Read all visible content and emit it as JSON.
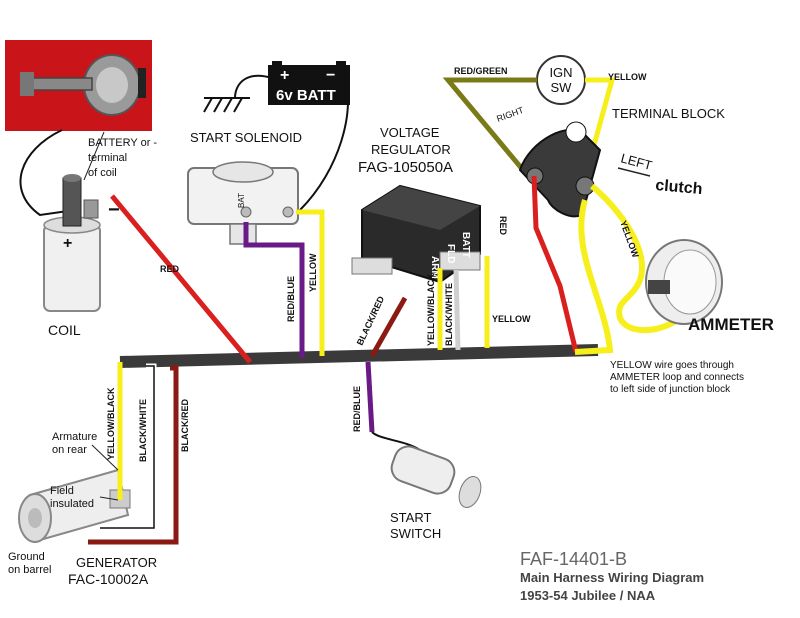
{
  "labels": {
    "battery_terminal": [
      "BATTERY or -",
      "terminal",
      "of coil"
    ],
    "minus_sign": "−",
    "plus_sign": "+",
    "coil": "COIL",
    "start_solenoid": "START SOLENOID",
    "battery": "6v BATT",
    "bat_terminal": "BAT",
    "voltage_regulator": [
      "VOLTAGE",
      "REGULATOR",
      "FAG-105050A"
    ],
    "reg_terminals": [
      "BATT",
      "FLD",
      "ARM"
    ],
    "ign_sw": [
      "IGN",
      "SW"
    ],
    "terminal_block": "TERMINAL BLOCK",
    "right": "RIGHT",
    "left": "LEFT",
    "clutch": "clutch",
    "ammeter": "AMMETER",
    "ammeter_note": [
      "YELLOW wire goes through",
      "AMMETER loop and connects",
      "to left side of junction block"
    ],
    "armature": [
      "Armature",
      "on rear"
    ],
    "field": [
      "Field",
      "insulated"
    ],
    "ground": [
      "Ground",
      "on barrel"
    ],
    "generator": [
      "GENERATOR",
      "FAC-10002A"
    ],
    "start_switch": [
      "START",
      "SWITCH"
    ],
    "part_number": "FAF-14401-B",
    "diagram_title": [
      "Main Harness Wiring Diagram",
      "1953-54 Jubilee / NAA"
    ]
  },
  "wire_labels": {
    "red_coil": "RED",
    "red_blue_solenoid": "RED/BLUE",
    "yellow_solenoid": "YELLOW",
    "black_red_reg": "BLACK/RED",
    "yellow_black_reg": "YELLOW/BLACK",
    "black_white_reg": "BLACK/WHITE",
    "yellow_reg": "YELLOW",
    "red_green": "RED/GREEN",
    "yellow_ign": "YELLOW",
    "red_tb": "RED",
    "yellow_tb": "YELLOW",
    "yellow_black_gen": "YELLOW/BLACK",
    "black_white_gen": "BLACK/WHITE",
    "black_red_gen": "BLACK/RED",
    "red_blue_switch": "RED/BLUE"
  },
  "colors": {
    "red": "#d9201e",
    "yellow": "#f7ef1c",
    "purple": "#6a1a86",
    "dark_red": "#8a1a12",
    "olive": "#7a7a18",
    "harness": "#3a3a3a",
    "red_bg": "#c9141a"
  }
}
